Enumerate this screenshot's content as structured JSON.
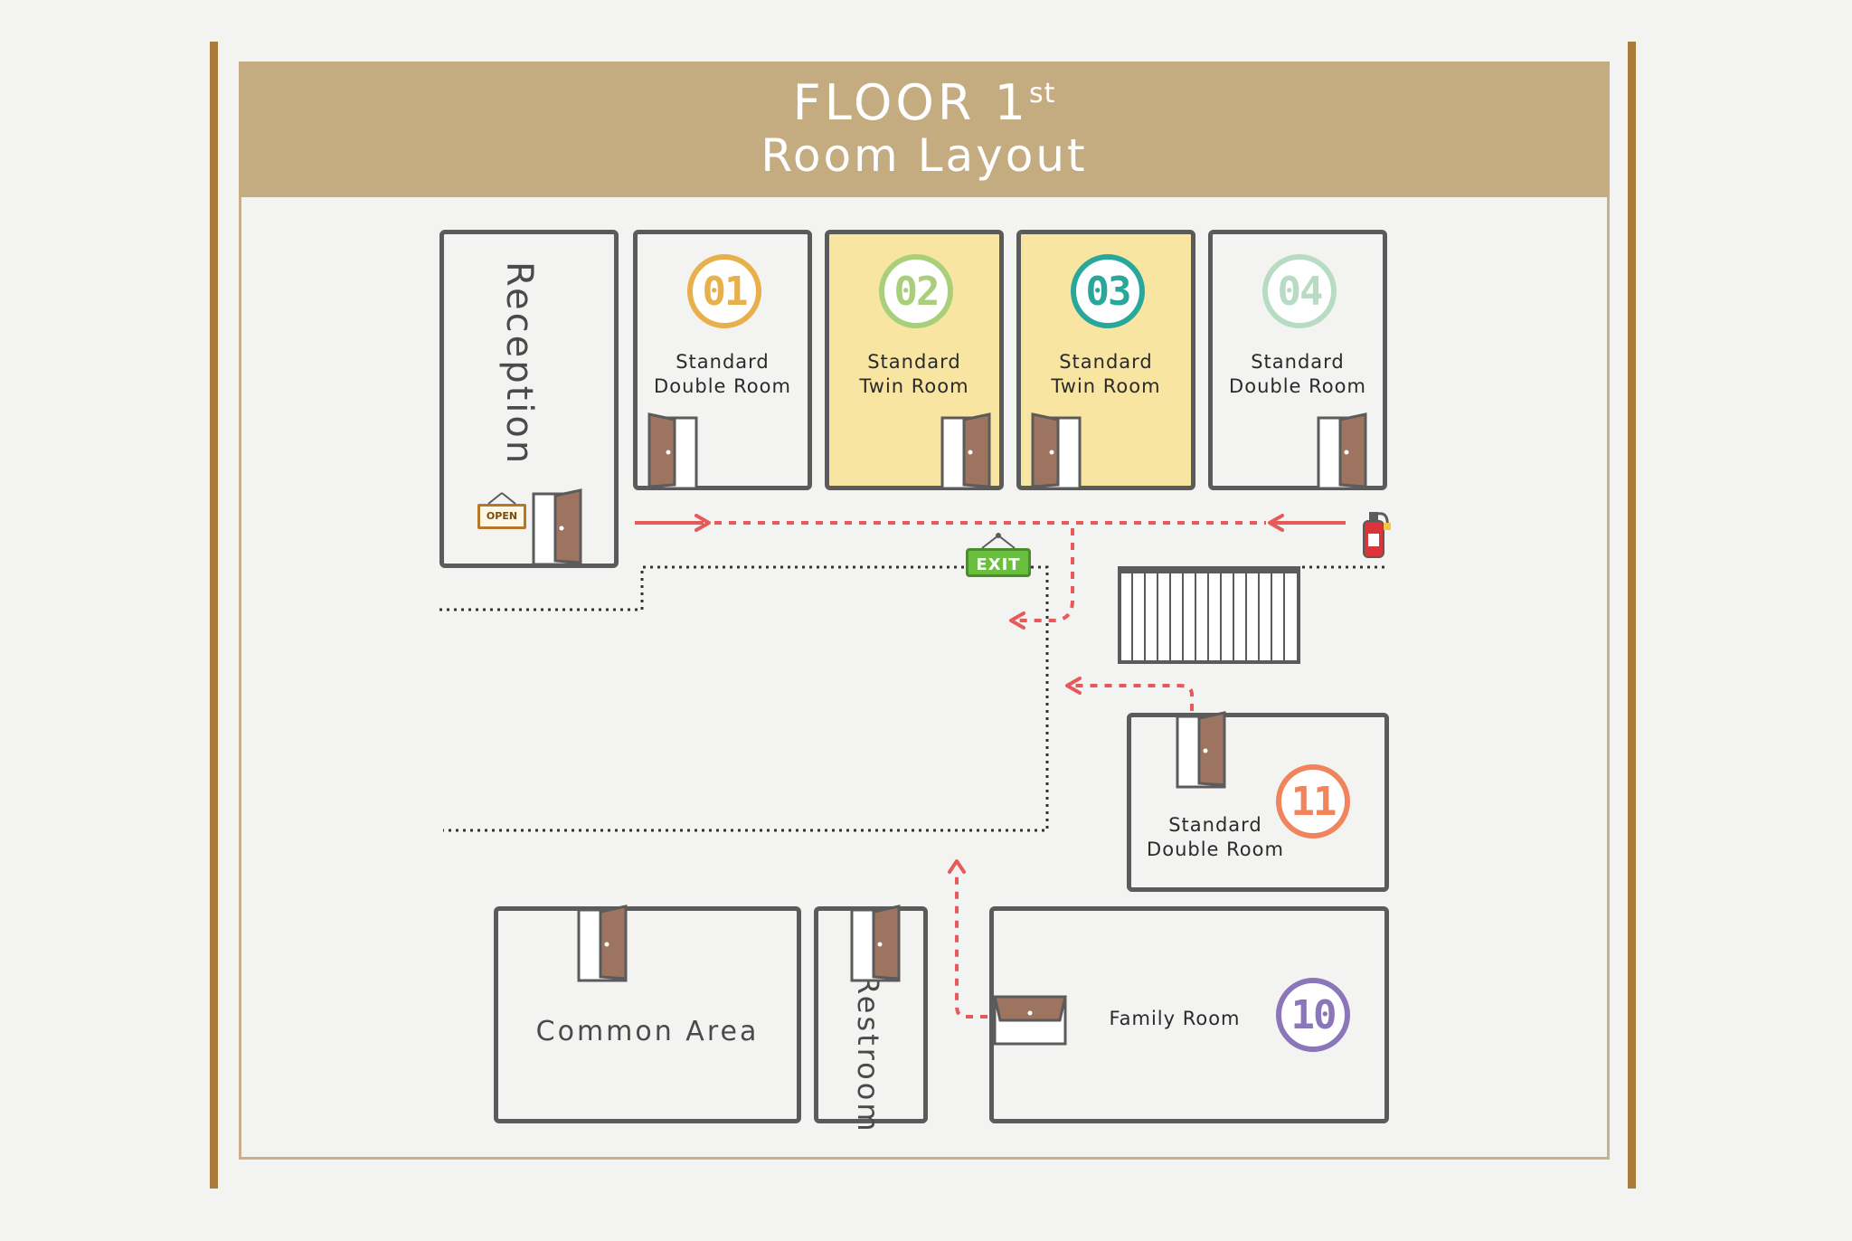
{
  "header": {
    "floor_label": "FLOOR 1",
    "floor_suffix": "st",
    "subtitle": "Room Layout"
  },
  "rooms": [
    {
      "number": "01",
      "name_line1": "Standard",
      "name_line2": "Double Room",
      "badge_color": "#e8b04b",
      "fill": "#f3f3f2"
    },
    {
      "number": "02",
      "name_line1": "Standard",
      "name_line2": "Twin Room",
      "badge_color": "#a9cf7a",
      "fill": "#f8e5a2"
    },
    {
      "number": "03",
      "name_line1": "Standard",
      "name_line2": "Twin Room",
      "badge_color": "#2aa79b",
      "fill": "#f8e5a2"
    },
    {
      "number": "04",
      "name_line1": "Standard",
      "name_line2": "Double Room",
      "badge_color": "#b8dcc3",
      "fill": "#f3f3f2"
    },
    {
      "number": "11",
      "name_line1": "Standard",
      "name_line2": "Double Room",
      "badge_color": "#f0845c",
      "fill": "#f3f3f2"
    },
    {
      "number": "10",
      "name": "Family Room",
      "badge_color": "#8a76b8",
      "fill": "#f3f3f2"
    }
  ],
  "areas": {
    "reception": "Reception",
    "common_area": "Common Area",
    "restroom": "Restroom"
  },
  "signs": {
    "exit": "EXIT",
    "open": "OPEN"
  },
  "icons": [
    "door-icon",
    "fire-extinguisher-icon",
    "staircase-icon",
    "exit-sign-icon",
    "open-sign-icon",
    "arrow-icon"
  ],
  "colors": {
    "header_bg": "#c5ab80",
    "frame_post": "#a97c3b",
    "wall": "#5b5b5b",
    "evacuation_route": "#e65a5a",
    "highlight_room": "#f8e5a2",
    "door": "#9c7460"
  }
}
